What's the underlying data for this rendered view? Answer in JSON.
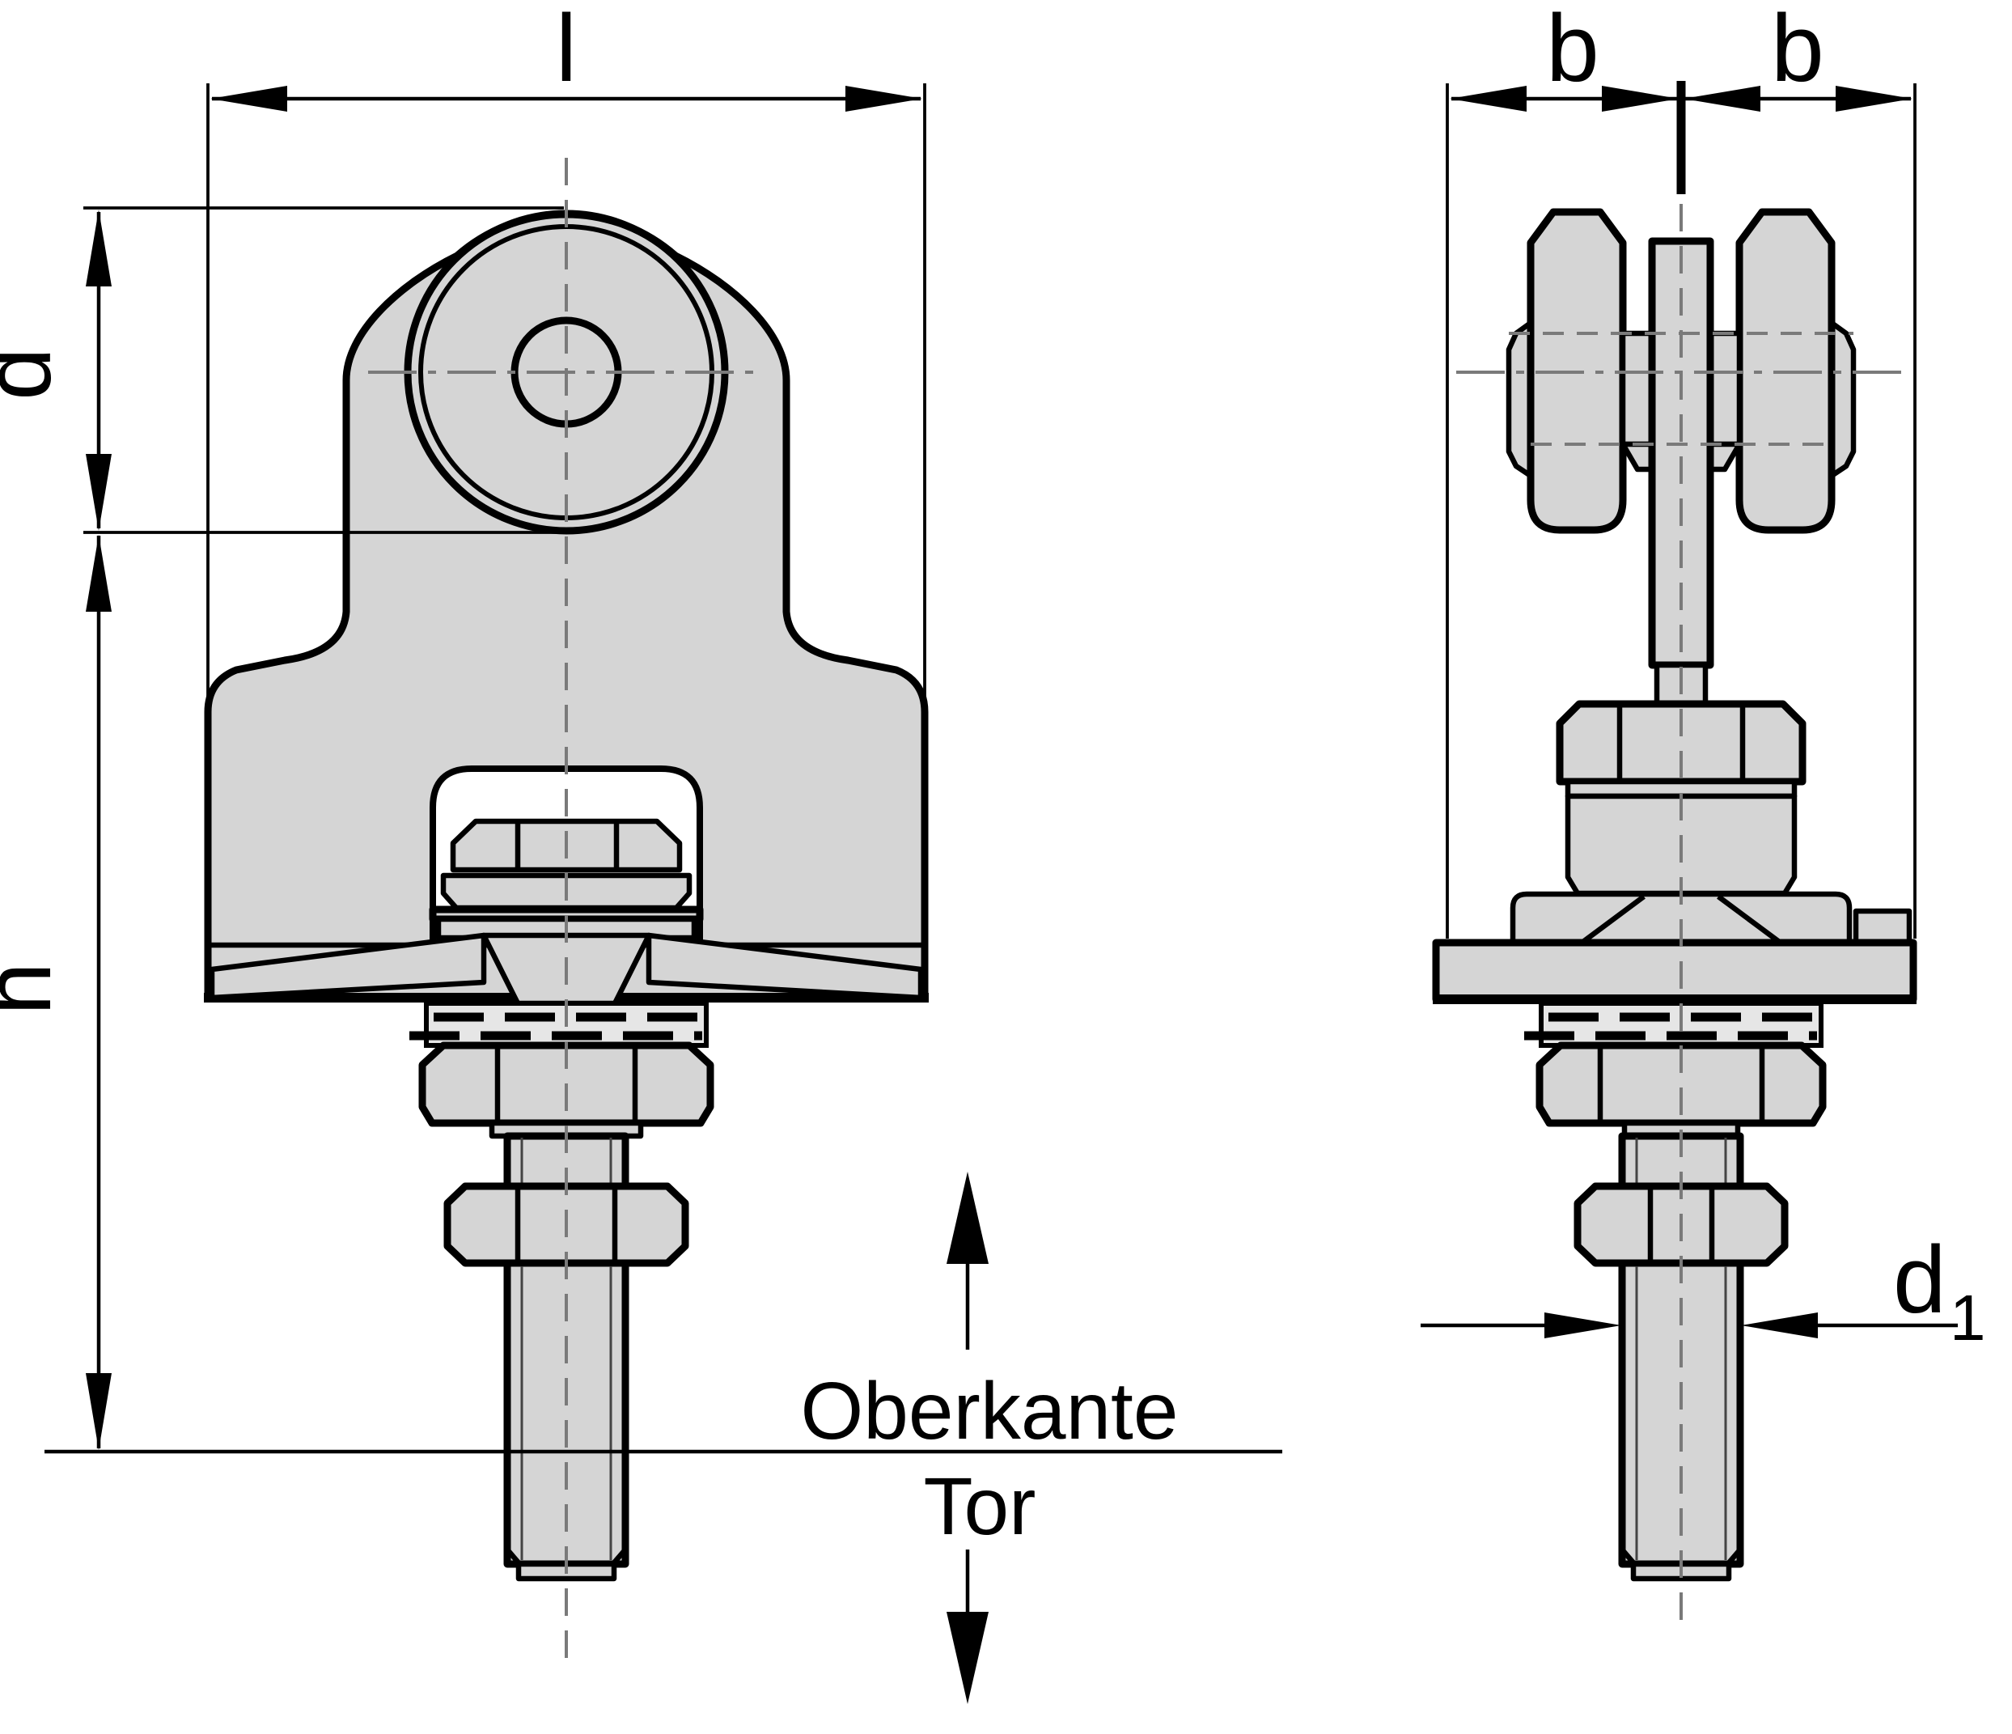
{
  "labels": {
    "length": "l",
    "roller_diameter": "d",
    "height": "h",
    "track_width_left": "b",
    "track_width_right": "b",
    "bolt_diameter_main": "d",
    "bolt_diameter_sub": "1"
  },
  "baseline": {
    "upper": "Oberkante",
    "lower": "Tor"
  },
  "colors": {
    "part_fill": "#d5d5d5",
    "hatch_fill": "#e6e6e6",
    "outline": "#000000",
    "centerline": "#7a7a7a",
    "background": "#ffffff"
  }
}
